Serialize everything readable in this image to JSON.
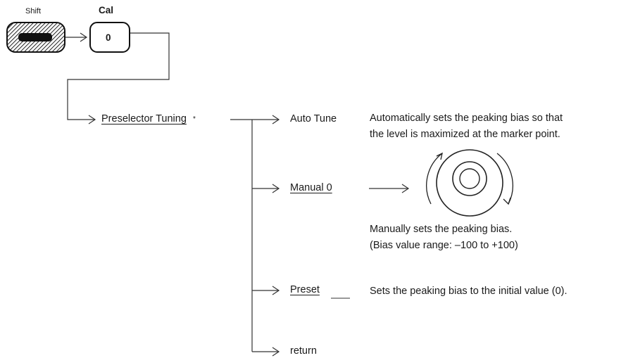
{
  "keys": {
    "shift": {
      "label": "Shift"
    },
    "cal": {
      "label": "Cal",
      "value": "0"
    }
  },
  "menu": {
    "title": "Preselector Tuning",
    "title_suffix": "*",
    "items": [
      {
        "label": "Auto Tune",
        "underlined": false
      },
      {
        "label": "Manual 0",
        "underlined": true
      },
      {
        "label": "Preset",
        "underlined": true
      },
      {
        "label": "return",
        "underlined": false
      }
    ]
  },
  "descriptions": {
    "auto_tune": [
      "Automatically sets the peaking bias so that",
      "the level is maximized at the marker point."
    ],
    "manual": [
      "Manually sets the peaking bias.",
      "(Bias value range: –100 to +100)"
    ],
    "preset": "Sets the peaking bias to the initial value (0)."
  },
  "icons": [
    "shift-key-icon",
    "rotary-knob-icon"
  ]
}
